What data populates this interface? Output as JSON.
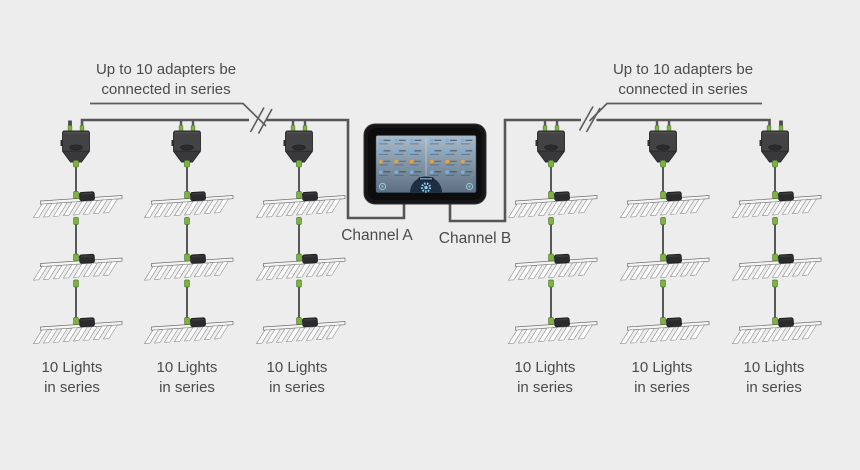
{
  "chains": {
    "left": {
      "annotation": {
        "line1": "Up to 10 adapters be",
        "line2": "connected in series"
      },
      "columns": [
        {
          "label_line1": "10 Lights",
          "label_line2": "in series"
        },
        {
          "label_line1": "10 Lights",
          "label_line2": "in series"
        },
        {
          "label_line1": "10 Lights",
          "label_line2": "in series"
        }
      ]
    },
    "right": {
      "annotation": {
        "line1": "Up to 10 adapters be",
        "line2": "connected in series"
      },
      "columns": [
        {
          "label_line1": "10 Lights",
          "label_line2": "in series"
        },
        {
          "label_line1": "10 Lights",
          "label_line2": "in series"
        },
        {
          "label_line1": "10 Lights",
          "label_line2": "in series"
        }
      ]
    }
  },
  "controller": {
    "channel_a_label": "Channel A",
    "channel_b_label": "Channel B"
  },
  "icons": {
    "controller_center": "gear-icon",
    "screen_bottom_left": "circle-icon",
    "screen_bottom_right": "circle-icon"
  },
  "colors": {
    "background": "#ededed",
    "wire": "#565658",
    "connector_green": "#7cb342",
    "adapter_body": "#434345",
    "controller_body": "#161618",
    "screen_gradient_top": "#a9bbc9",
    "screen_gradient_bottom": "#5e7183",
    "screen_accent_blue": "#6fb3e8",
    "screen_accent_orange": "#e8a33d",
    "text": "#4b4b4b"
  }
}
